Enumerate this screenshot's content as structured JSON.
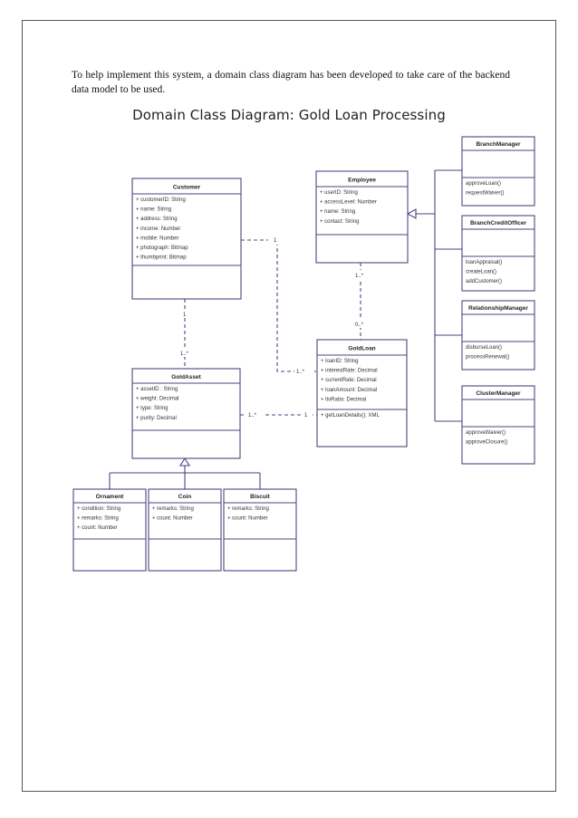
{
  "intro_text": "To help implement this system, a domain class diagram has been developed to take care of the backend data model to be used.",
  "diagram_title": "Domain Class Diagram: Gold Loan Processing",
  "classes": {
    "customer": {
      "name": "Customer",
      "attributes": [
        "+ customerID: String",
        "+ name: String",
        "+ address: String",
        "+ income: Number",
        "+ mobile: Number",
        "+ photograph: Bitmap",
        "+ thumbprint: Bitmap"
      ],
      "methods": []
    },
    "employee": {
      "name": "Employee",
      "attributes": [
        "+ userID: String",
        "+ accessLevel: Number",
        "+ name: String",
        "+ contact: String"
      ],
      "methods": []
    },
    "goldloan": {
      "name": "GoldLoan",
      "attributes": [
        "+ loanID: String",
        "+ interestRate: Decimal",
        "+ currentRate: Decimal",
        "+ loanAmount: Decimal",
        "+ ltvRatio: Decimal"
      ],
      "methods": [
        "+ getLoanDetails(): XML"
      ]
    },
    "goldasset": {
      "name": "GoldAsset",
      "attributes": [
        "+ assetID : String",
        "+ weight: Decimal",
        "+ type: String",
        "+ purity: Decimal"
      ],
      "methods": []
    },
    "ornament": {
      "name": "Ornament",
      "attributes": [
        "+ condition: String",
        "+ remarks: String",
        "+ count: Number"
      ],
      "methods": []
    },
    "coin": {
      "name": "Coin",
      "attributes": [
        "+ remarks: String",
        "+ count: Number"
      ],
      "methods": []
    },
    "biscuit": {
      "name": "Biscuit",
      "attributes": [
        "+ remarks: String",
        "+ count: Number"
      ],
      "methods": []
    },
    "branchmanager": {
      "name": "BranchManager",
      "attributes": [],
      "methods": [
        "approveLoan()",
        "requestWaiver()"
      ]
    },
    "branchcreditofficer": {
      "name": "BranchCreditOfficer",
      "attributes": [],
      "methods": [
        "loanAppraisal()",
        "createLoan()",
        "addCustomer()"
      ]
    },
    "relationshipmanager": {
      "name": "RelationshipManager",
      "attributes": [],
      "methods": [
        "disburseLoan()",
        "processRenewal()"
      ]
    },
    "clustermanager": {
      "name": "ClusterManager",
      "attributes": [],
      "methods": [
        "approveWaiver()",
        "approveClosure()"
      ]
    }
  },
  "multiplicities": {
    "customer_to_loan_customer_end": "1",
    "customer_to_loan_loan_end": "1..*",
    "customer_to_asset_customer_end": "1",
    "customer_to_asset_asset_end": "1..*",
    "employee_to_loan_employee_end": "1..*",
    "employee_to_loan_loan_end": "0..*",
    "asset_to_loan_asset_end": "1..*",
    "asset_to_loan_loan_end": "1"
  },
  "colors": {
    "line": "#4b4680",
    "frame": "#555555"
  }
}
